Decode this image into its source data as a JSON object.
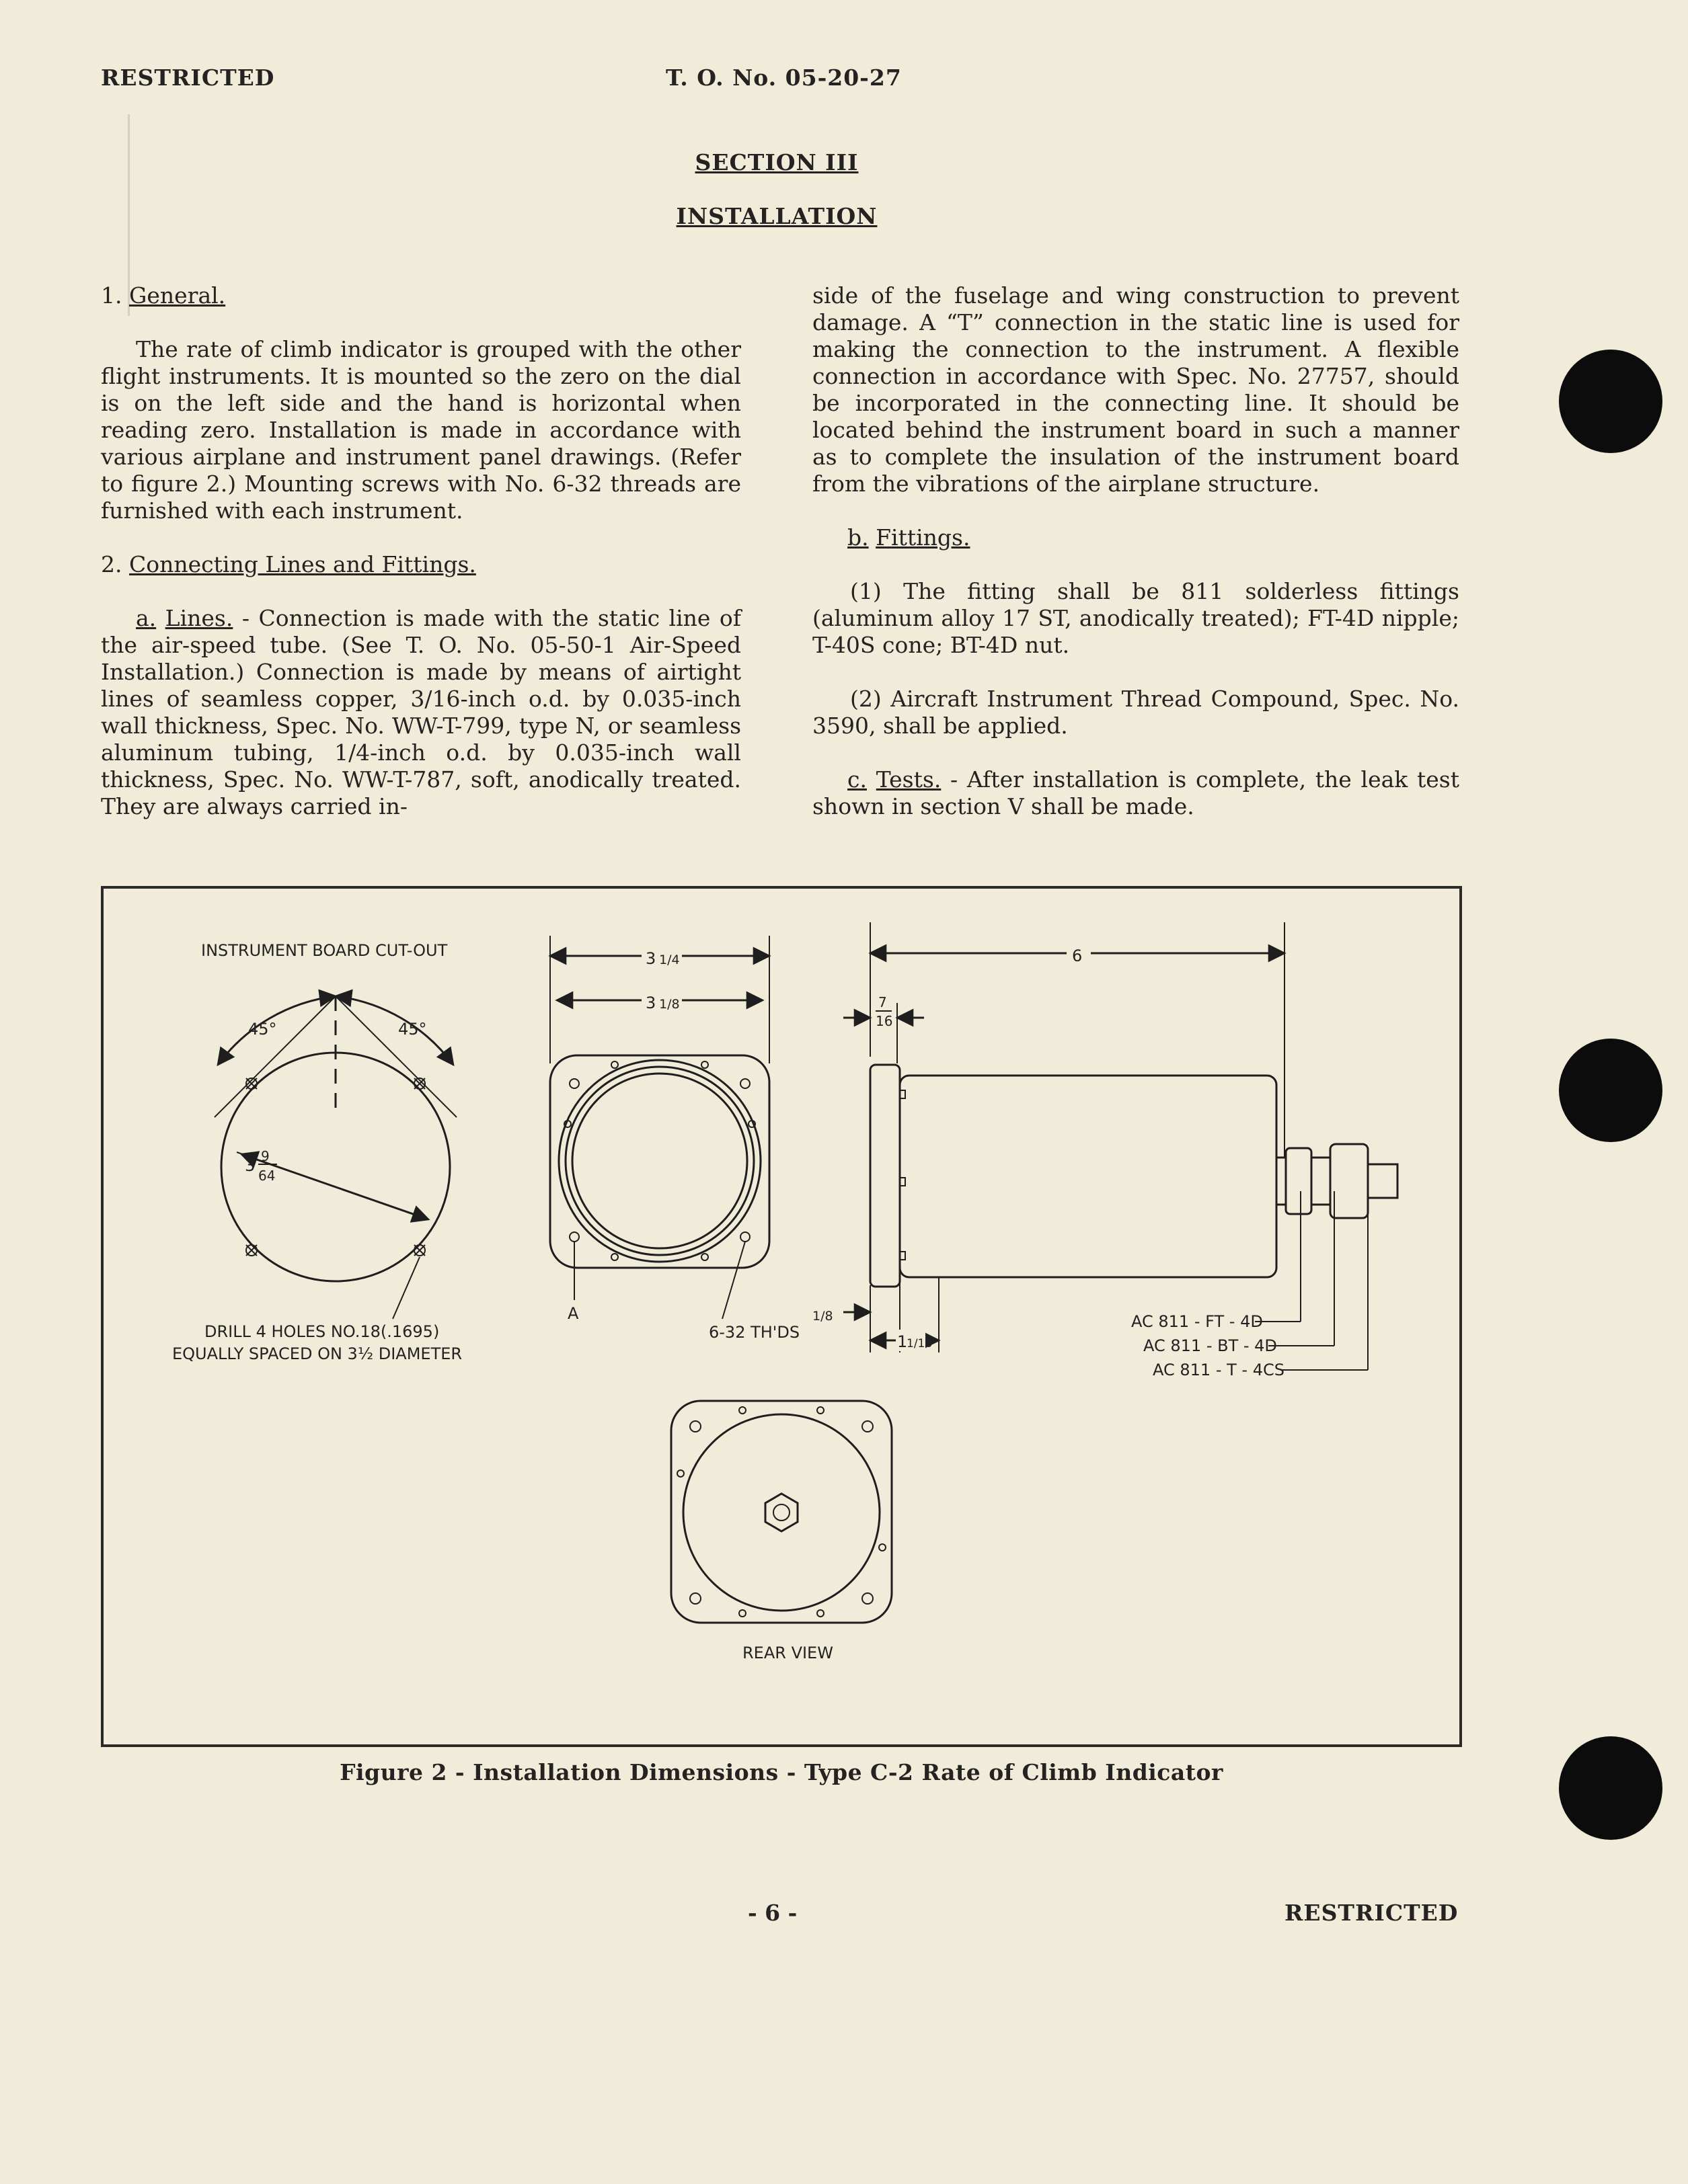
{
  "header": {
    "left": "RESTRICTED",
    "center": "T. O. No. 05-20-27"
  },
  "section": {
    "number": "SECTION III",
    "title": "INSTALLATION"
  },
  "left_column": {
    "p1_num": "1.",
    "p1_title": "General.",
    "p1_text": "The rate of climb indicator is grouped with the other flight instruments. It is mounted so the zero on the dial is on the left side and the hand is horizontal when reading zero. Installation is made in accordance with various airplane and instrument panel drawings. (Refer to figure 2.) Mounting screws with No. 6-32 threads are furnished with each instrument.",
    "p2_num": "2.",
    "p2_title": "Connecting Lines and Fittings.",
    "pa_label": "a.",
    "pa_title": "Lines.",
    "pa_text": " - Connection is made with the static line of the air-speed tube. (See T. O. No. 05-50-1 Air-Speed Installation.) Connection is made by means of airtight lines of seamless copper, 3/16-inch o.d. by 0.035-inch wall thickness, Spec. No. WW-T-799, type N, or seamless aluminum tubing, 1/4-inch o.d. by 0.035-inch wall thickness, Spec. No. WW-T-787, soft, anodically treated. They are always carried in-"
  },
  "right_column": {
    "cont_text": "side of the fuselage and wing construction to prevent damage. A “T” connection in the static line is used for making the connection to the instrument. A flexible connection in accordance with Spec. No. 27757, should be incorporated in the connecting line. It should be located behind the instrument board in such a manner as to complete the insulation of the instrument board from the vibrations of the airplane structure.",
    "pb_label": "b.",
    "pb_title": "Fittings.",
    "pb1_text": "(1) The fitting shall be 811 solderless fittings (aluminum alloy 17 ST, anodically treated); FT-4D nipple; T-40S cone; BT-4D nut.",
    "pb2_text": "(2) Aircraft Instrument Thread Compound, Spec. No. 3590, shall be applied.",
    "pc_label": "c.",
    "pc_title": "Tests.",
    "pc_text": " - After installation is complete, the leak test shown in section V shall be made."
  },
  "figure": {
    "cutout_title": "INSTRUMENT BOARD CUT-OUT",
    "angle_left": "45°",
    "angle_right": "45°",
    "radius_whole": "3",
    "radius_num": "9",
    "radius_den": "64",
    "drill_line1": "DRILL 4 HOLES NO.18(.1695)",
    "drill_line2": "EQUALLY SPACED ON 3½ DIAMETER",
    "front_outer_whole": "3",
    "front_outer_frac": "1/4",
    "front_inner_whole": "3",
    "front_inner_frac": "1/8",
    "label_a": "A",
    "screw_label": "6-32 TH'DS",
    "side_length": "6",
    "side_top_num": "7",
    "side_top_den": "16",
    "side_bottom_left": "1/8",
    "side_bottom_whole": "1",
    "side_bottom_frac": "1/16",
    "fitting_ft": "AC 811 - FT - 4D",
    "fitting_bt": "AC 811 - BT - 4D",
    "fitting_t": "AC 811 - T - 4CS",
    "rear_view": "REAR VIEW",
    "caption": "Figure 2 - Installation Dimensions - Type C-2 Rate of Climb Indicator"
  },
  "footer": {
    "page": "- 6 -",
    "right": "RESTRICTED"
  }
}
